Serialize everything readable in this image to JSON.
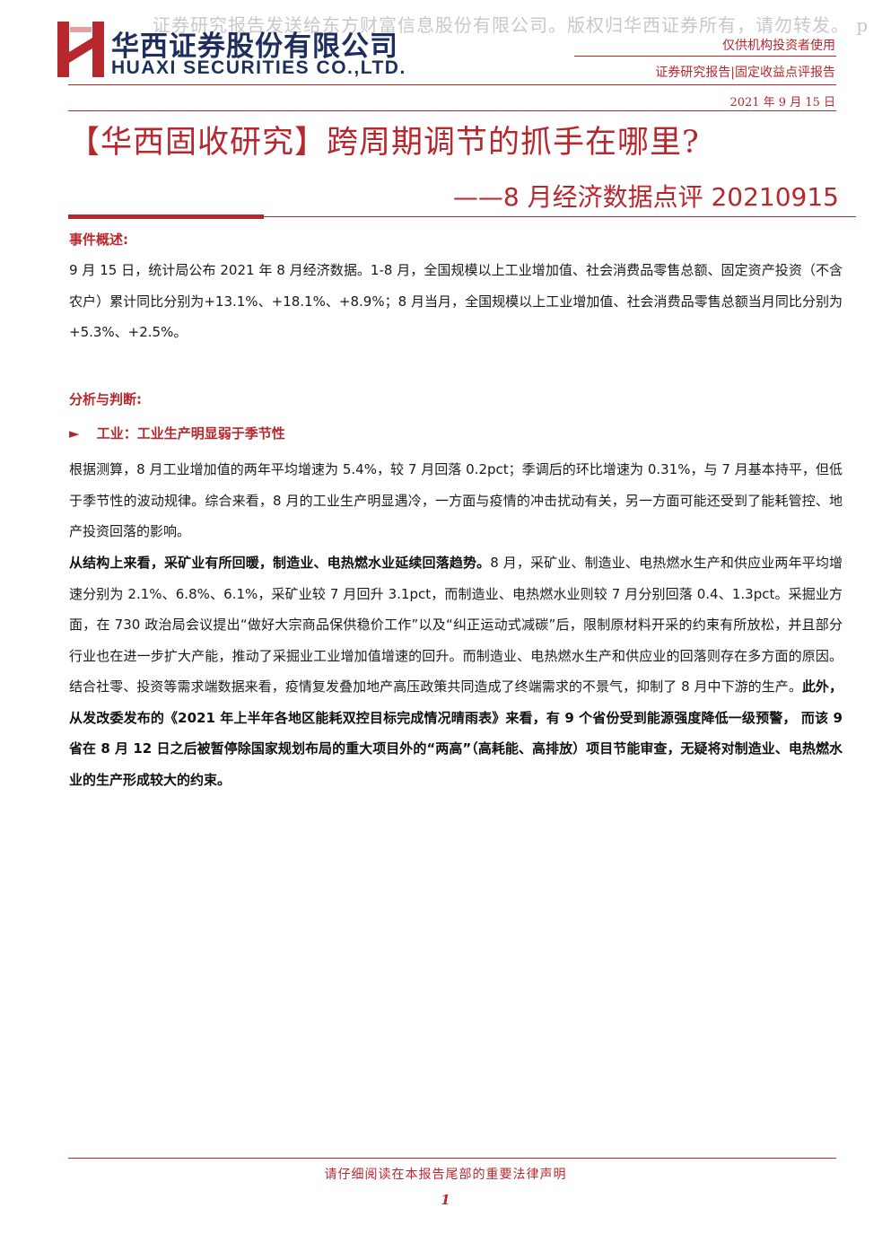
{
  "watermark": "证券研究报告发送给东方财富信息股份有限公司。版权归华西证券所有，请勿转发。 p",
  "brand": {
    "name_cn": "华西证券股份有限公司",
    "name_en": "HUAXI SECURITIES CO.,LTD.",
    "color": "#b7282e"
  },
  "header": {
    "audience": "仅供机构投资者使用",
    "report_type": "证券研究报告|固定收益点评报告",
    "date": "2021 年 9 月 15 日"
  },
  "title": "【华西固收研究】跨周期调节的抓手在哪里?",
  "subtitle": "——8 月经济数据点评 20210915",
  "sections": {
    "event_head": "事件概述:",
    "event_body": "9 月 15 日，统计局公布 2021 年 8 月经济数据。1-8 月，全国规模以上工业增加值、社会消费品零售总额、固定资产投资（不含农户）累计同比分别为+13.1%、+18.1%、+8.9%；8 月当月，全国规模以上工业增加值、社会消费品零售总额当月同比分别为+5.3%、+2.5%。",
    "analysis_head": "分析与判断:",
    "bullet_marker": "►",
    "bullet_title": "工业：工业生产明显弱于季节性",
    "para1": "根据测算，8 月工业增加值的两年平均增速为 5.4%，较 7 月回落 0.2pct；季调后的环比增速为 0.31%，与 7 月基本持平，但低于季节性的波动规律。综合来看，8 月的工业生产明显遇冷，一方面与疫情的冲击扰动有关，另一方面可能还受到了能耗管控、地产投资回落的影响。",
    "para2_bold_lead": "从结构上来看，采矿业有所回暖，制造业、电热燃水业延续回落趋势。",
    "para2_body": "8 月，采矿业、制造业、电热燃水生产和供应业两年平均增速分别为 2.1%、6.8%、6.1%，采矿业较 7 月回升 3.1pct，而制造业、电热燃水业则较 7 月分别回落 0.4、1.3pct。采掘业方面，在 730 政治局会议提出“做好大宗商品保供稳价工作”以及“纠正运动式减碳”后，限制原材料开采的约束有所放松，并且部分行业也在进一步扩大产能，推动了采掘业工业增加值增速的回升。而制造业、电热燃水生产和供应业的回落则存在多方面的原因。结合社零、投资等需求端数据来看，疫情复发叠加地产高压政策共同造成了终端需求的不景气，抑制了 8 月中下游的生产。",
    "para2_bold_tail": "此外，从发改委发布的《2021 年上半年各地区能耗双控目标完成情况晴雨表》来看，有 9 个省份受到能源强度降低一级预警， 而该 9 省在 8 月 12 日之后被暂停除国家规划布局的重大项目外的“两高”（高耗能、高排放）项目节能审查，无疑将对制造业、电热燃水业的生产形成较大的约束。"
  },
  "footer": {
    "notice": "请仔细阅读在本报告尾部的重要法律声明",
    "page": "1"
  }
}
